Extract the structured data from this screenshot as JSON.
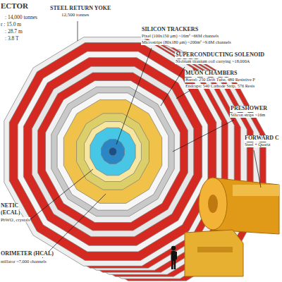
{
  "diagram": {
    "labels": [
      "ECTOR",
      ": 14,000 tonnes",
      "r : 15.0 m",
      ": 28.7 m",
      ": 3.8 T",
      "STEEL RETURN YOKE",
      "12,500 tonnes",
      "SILICON TRACKERS",
      "Pixel (100x150 μm) ~16m² ~66M channels",
      "Microstrips (80x180 μm) ~200m² ~9.6M channels",
      "SUPERCONDUCTING SOLENOID",
      "Niobium titanium coil carrying ~18,000A",
      "MUON CHAMBERS",
      "Barrel: 250 Drift Tube, 480 Resistive P",
      "Endcaps: 540 Cathode Strip, 576 Resis",
      "PRESHOWER",
      "Silicon strips ~16m",
      "FORWARD C",
      "Steel + Quartz",
      "NETIC",
      "(ECAL)",
      "PbWO₄ crystals",
      "ORIMETER (HCAL)",
      "ntillator ~7,000 channels"
    ]
  }
}
